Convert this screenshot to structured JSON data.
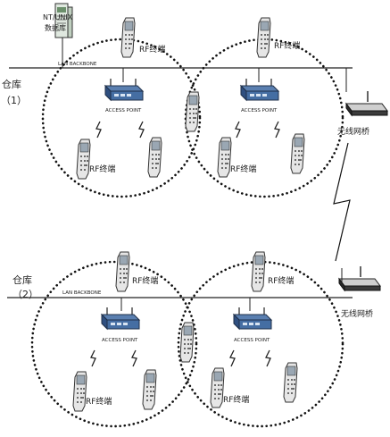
{
  "server": {
    "line1": "NT/UNIX",
    "line2": "数据库"
  },
  "backbone_label": "LAN BACKBONE",
  "ap_label": "ACCESS POINT",
  "terminal_label": "RF终端",
  "bridge_label": "无线网桥",
  "warehouse1": {
    "name": "仓库",
    "number": "（1）"
  },
  "warehouse2": {
    "name": "仓库",
    "number": "（2）"
  }
}
